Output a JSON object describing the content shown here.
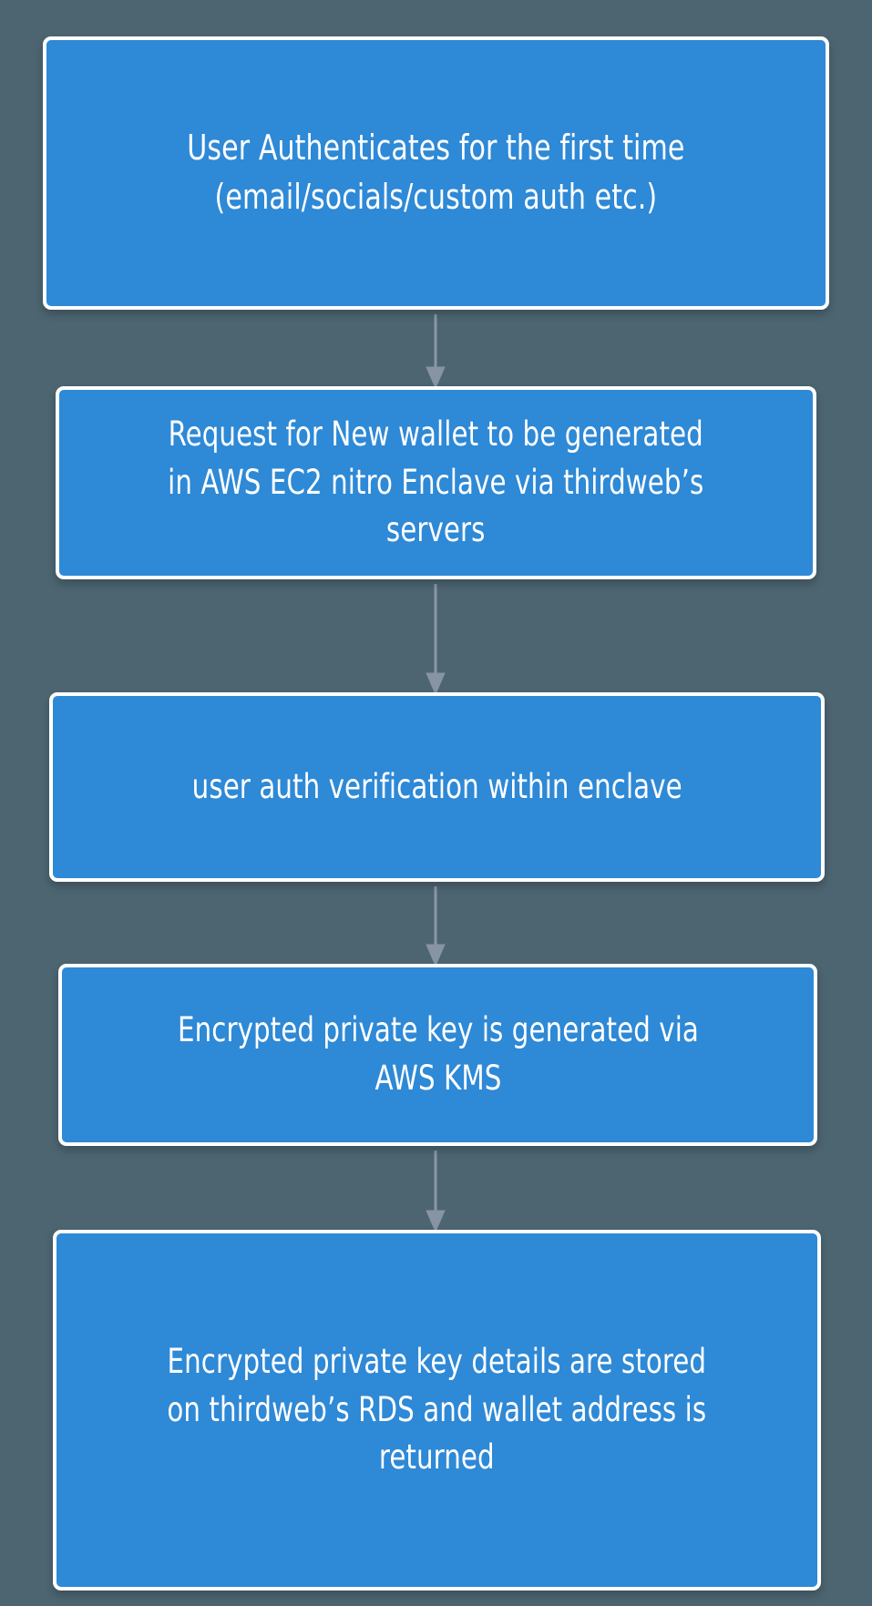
{
  "diagram": {
    "type": "flowchart",
    "orientation": "top-to-bottom",
    "background_color": "#4c6571",
    "node_fill_color": "#2e89d6",
    "node_border_color": "#ffffff",
    "node_text_color": "#ffffff",
    "edge_color": "#8794a3",
    "nodes": [
      {
        "id": "node-0",
        "label": "User Authenticates for the first time\n(email/socials/custom auth etc.)"
      },
      {
        "id": "node-1",
        "label": "Request for New wallet to be generated\nin AWS EC2 nitro Enclave via thirdweb’s\nservers"
      },
      {
        "id": "node-2",
        "label": "user auth verification within enclave"
      },
      {
        "id": "node-3",
        "label": "Encrypted private key is generated via\nAWS KMS"
      },
      {
        "id": "node-4",
        "label": "Encrypted private key details are stored\non thirdweb’s RDS and wallet address is\nreturned"
      }
    ],
    "edges": [
      {
        "id": "edge-0-1",
        "from": "node-0",
        "to": "node-1",
        "arrowhead": "triangle"
      },
      {
        "id": "edge-1-2",
        "from": "node-1",
        "to": "node-2",
        "arrowhead": "triangle"
      },
      {
        "id": "edge-2-3",
        "from": "node-2",
        "to": "node-3",
        "arrowhead": "triangle"
      },
      {
        "id": "edge-3-4",
        "from": "node-3",
        "to": "node-4",
        "arrowhead": "triangle"
      }
    ]
  }
}
